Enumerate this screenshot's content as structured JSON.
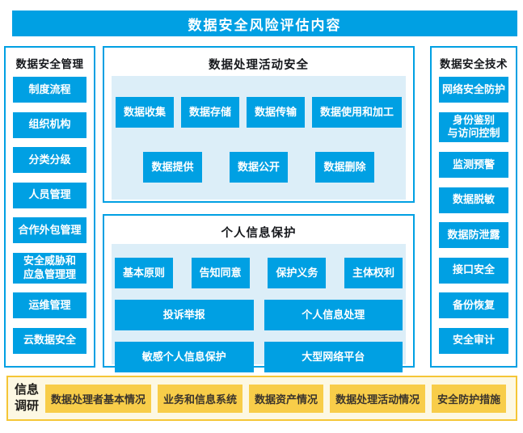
{
  "title": "数据安全风险评估内容",
  "colors": {
    "blue": "#00a0e3",
    "light_blue_panel": "#dceef8",
    "gold_button": "#f8cd49",
    "cream_panel": "#fdf8e3",
    "gold_border": "#f5c636"
  },
  "left_panel": {
    "title": "数据安全管理",
    "items": [
      "制度流程",
      "组织机构",
      "分类分级",
      "人员管理",
      "合作外包管理",
      "安全威胁和\n应急管理理",
      "运维管理",
      "云数据安全"
    ]
  },
  "center_top": {
    "title": "数据处理活动安全",
    "rows": [
      [
        "数据收集",
        "数据存储",
        "数据传输",
        "数据使用和加工"
      ],
      [
        "数据提供",
        "数据公开",
        "数据删除"
      ]
    ]
  },
  "center_bottom": {
    "title": "个人信息保护",
    "rows": [
      [
        "基本原则",
        "告知同意",
        "保护义务",
        "主体权利"
      ],
      [
        "投诉举报",
        "个人信息处理"
      ],
      [
        "敏感个人信息保护",
        "大型网络平台"
      ]
    ]
  },
  "right_panel": {
    "title": "数据安全技术",
    "items": [
      "网络安全防护",
      "身份鉴别\n与访问控制",
      "监测预警",
      "数据脱敏",
      "数据防泄露",
      "接口安全",
      "备份恢复",
      "安全审计"
    ]
  },
  "bottom_panel": {
    "title": "信息\n调研",
    "items": [
      "数据处理者基本情况",
      "业务和信息系统",
      "数据资产情况",
      "数据处理活动情况",
      "安全防护措施"
    ]
  }
}
